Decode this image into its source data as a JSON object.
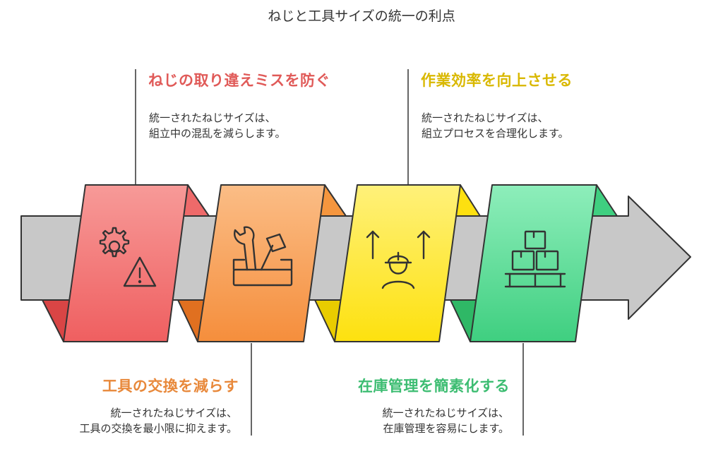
{
  "title": "ねじと工具サイズの統一の利点",
  "colors": {
    "red": "#e05a58",
    "orange": "#e8883a",
    "yellow": "#d9b800",
    "green": "#3dbd72",
    "arrow": "#c8c8c8",
    "text": "#333333"
  },
  "benefits": [
    {
      "heading": "ねじの取り違えミスを防ぐ",
      "line1": "統一されたねじサイズは、",
      "line2": "組立中の混乱を減らします。",
      "icon": "gear-warning-icon"
    },
    {
      "heading": "工具の交換を減らす",
      "line1": "統一されたねじサイズは、",
      "line2": "工具の交換を最小限に抑えます。",
      "icon": "toolbox-icon"
    },
    {
      "heading": "作業効率を向上させる",
      "line1": "統一されたねじサイズは、",
      "line2": "組立プロセスを合理化します。",
      "icon": "worker-up-arrows-icon"
    },
    {
      "heading": "在庫管理を簡素化する",
      "line1": "統一されたねじサイズは、",
      "line2": "在庫管理を容易にします。",
      "icon": "boxes-on-pallet-icon"
    }
  ]
}
